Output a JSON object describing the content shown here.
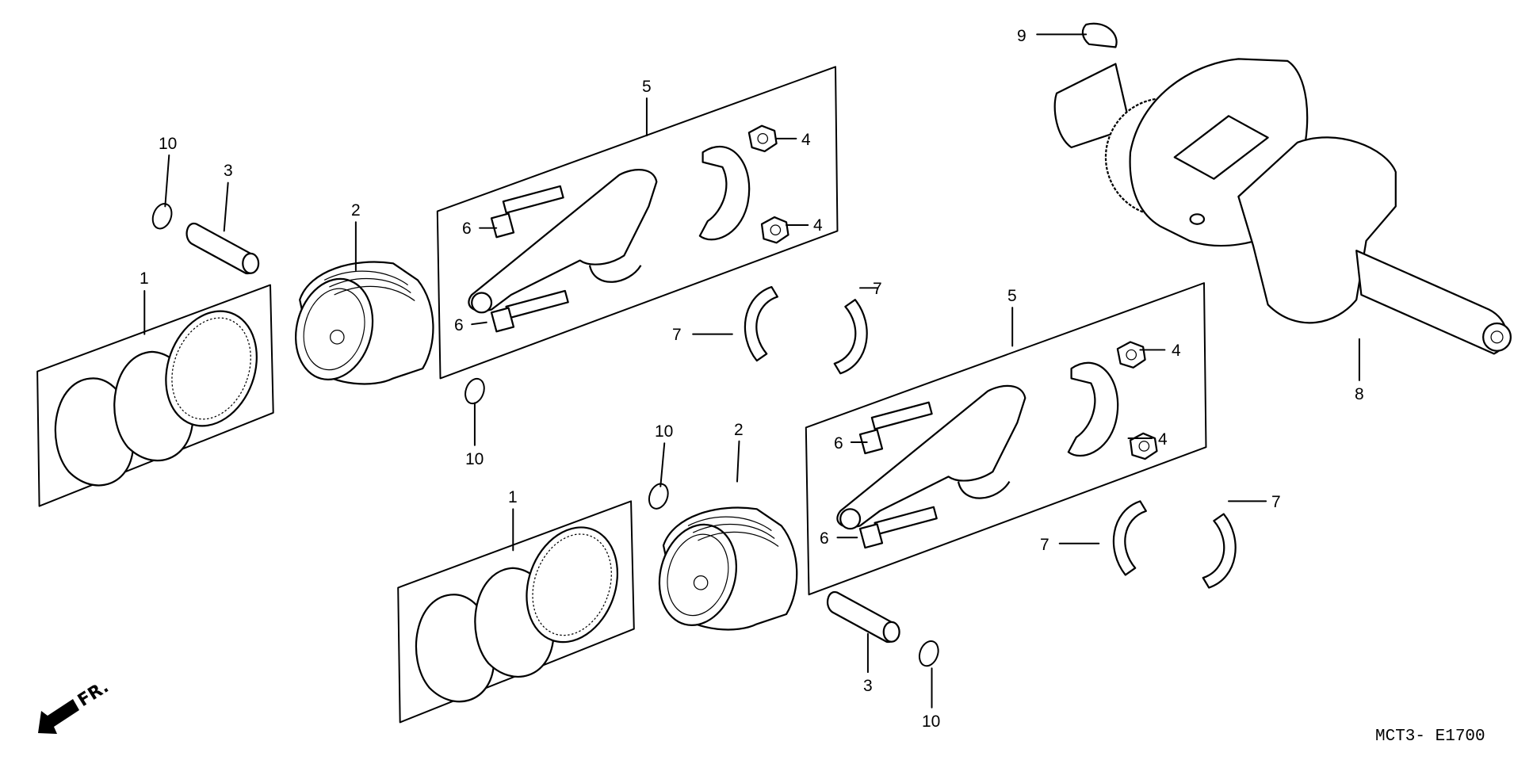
{
  "diagram_code": "MCT3- E1700",
  "direction_marker": {
    "text": "FR.",
    "icon": "front-arrow-icon"
  },
  "callouts": [
    {
      "text": "9"
    },
    {
      "text": "10"
    },
    {
      "text": "3"
    },
    {
      "text": "2"
    },
    {
      "text": "1"
    },
    {
      "text": "5"
    },
    {
      "text": "4"
    },
    {
      "text": "4"
    },
    {
      "text": "6"
    },
    {
      "text": "6"
    },
    {
      "text": "7"
    },
    {
      "text": "7"
    },
    {
      "text": "10"
    },
    {
      "text": "5"
    },
    {
      "text": "4"
    },
    {
      "text": "4"
    },
    {
      "text": "6"
    },
    {
      "text": "6"
    },
    {
      "text": "7"
    },
    {
      "text": "7"
    },
    {
      "text": "8"
    },
    {
      "text": "10"
    },
    {
      "text": "2"
    },
    {
      "text": "1"
    },
    {
      "text": "3"
    },
    {
      "text": "10"
    }
  ]
}
